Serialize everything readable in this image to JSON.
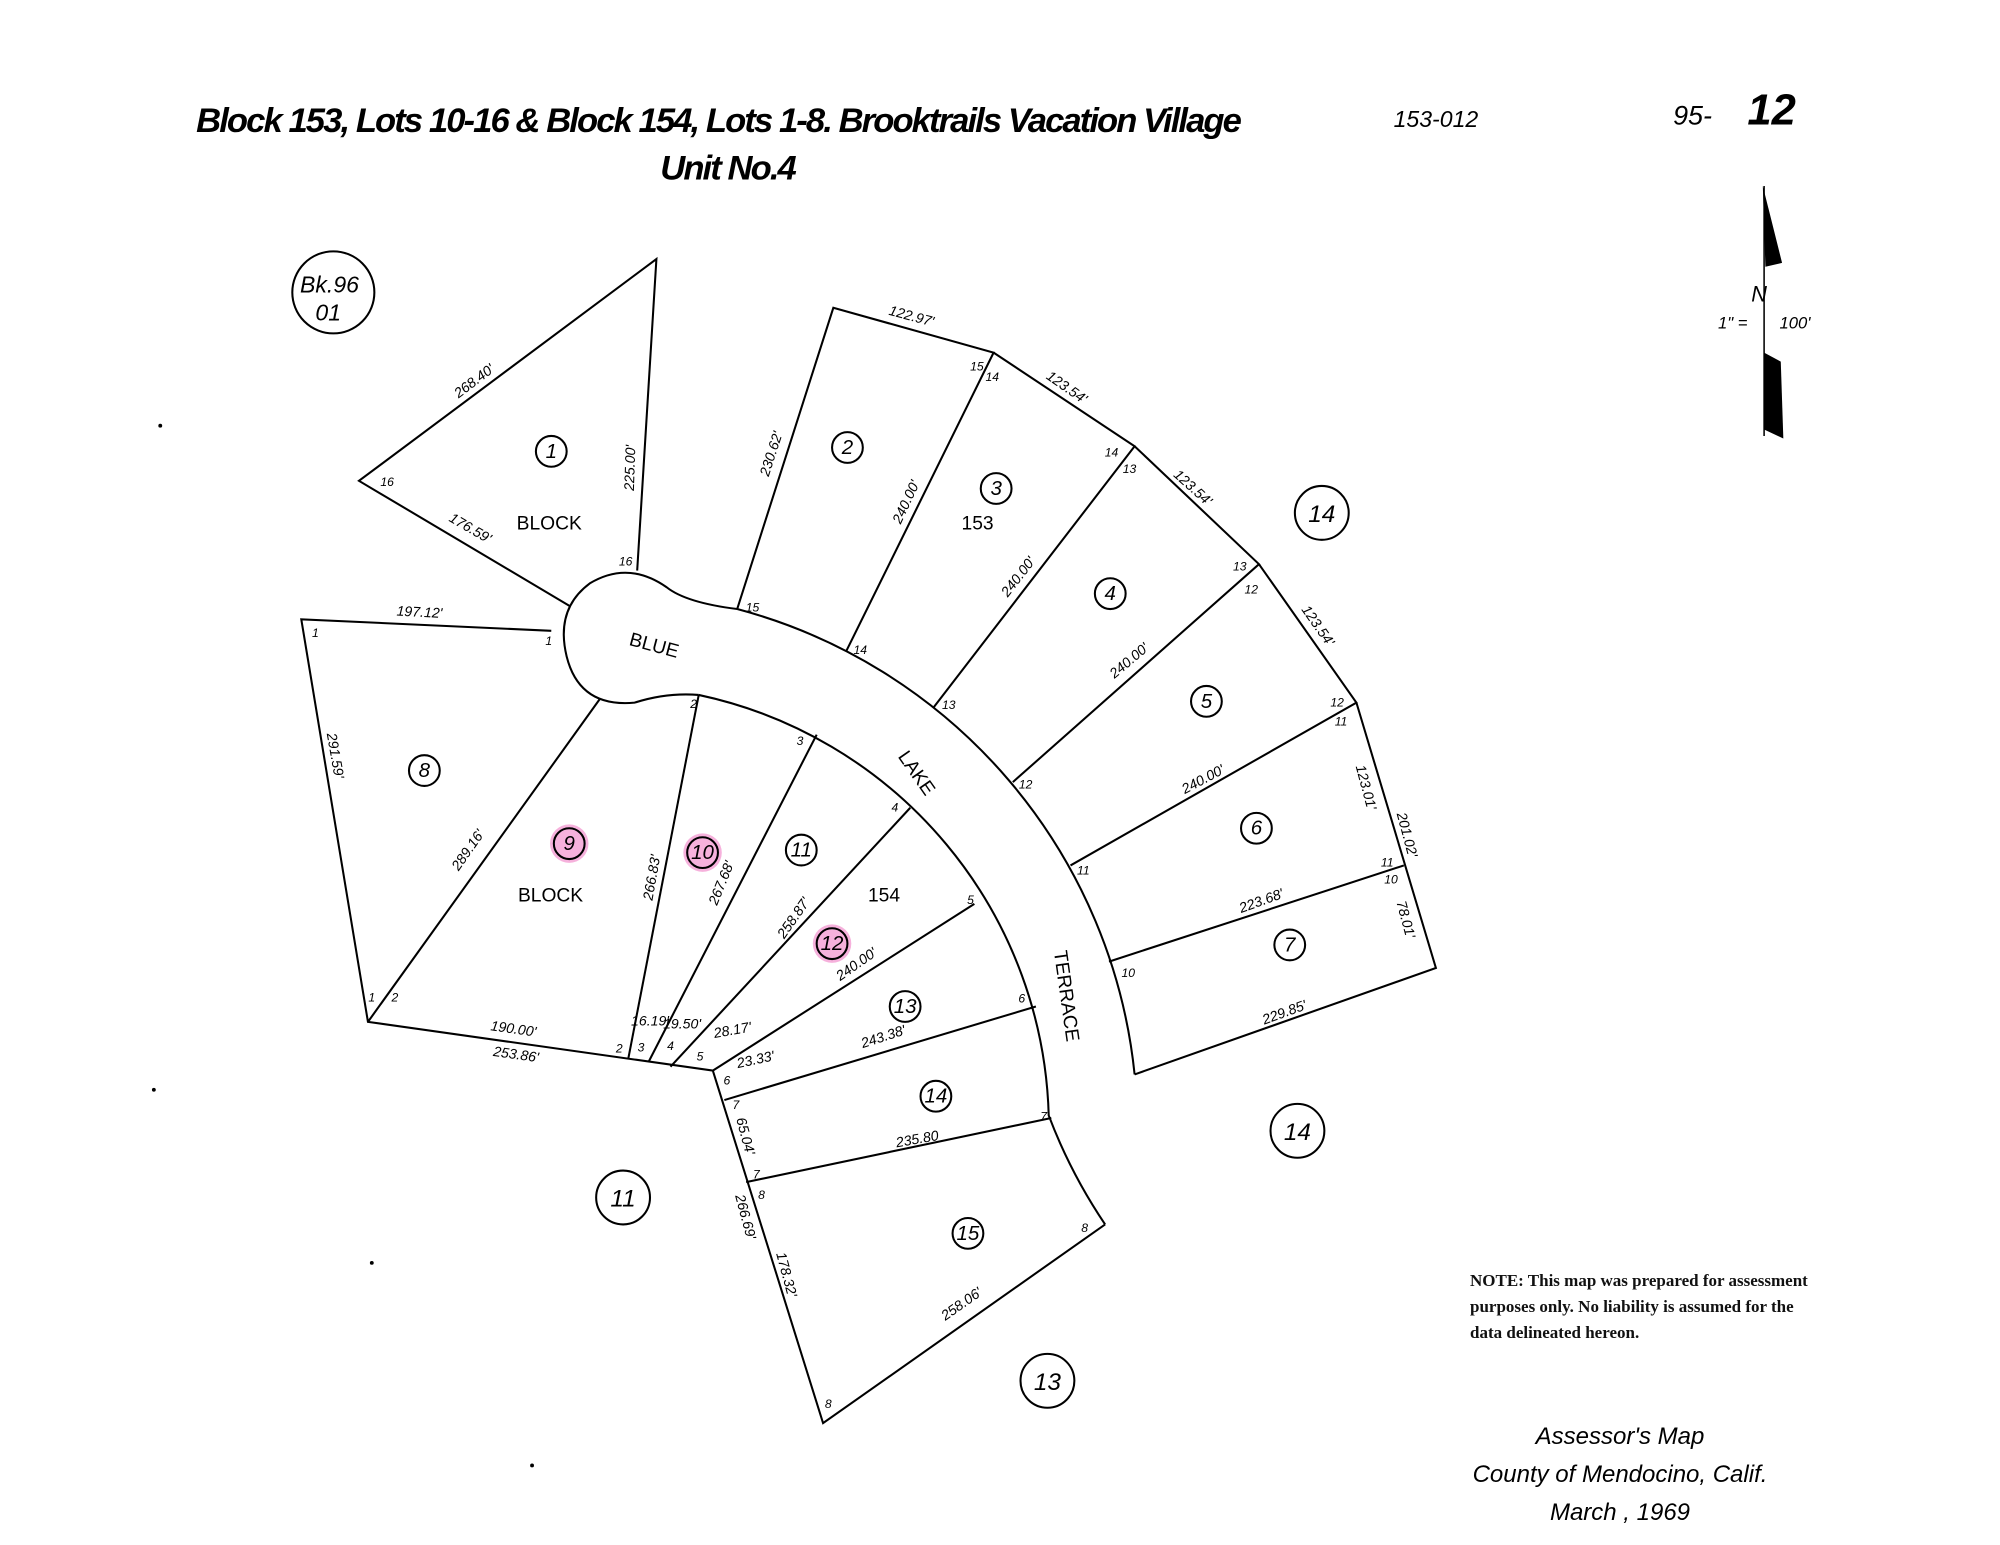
{
  "title": {
    "line1": "Block 153, Lots 10-16 & Block 154, Lots 1-8. Brooktrails Vacation Village",
    "line2": "Unit No.4",
    "parcel_code": "153-012",
    "page_prefix": "95-",
    "page_number": "12"
  },
  "north_arrow": {
    "label": "N",
    "scale_left": "1\" =",
    "scale_right": "100'"
  },
  "adjacent_book": {
    "line1": "Bk.96",
    "line2": "01"
  },
  "adjacent_pages": [
    "14",
    "14",
    "11",
    "13"
  ],
  "streets": {
    "blue": "BLUE",
    "lake": "LAKE",
    "terrace": "TERRACE"
  },
  "blocks": {
    "block_label": "BLOCK",
    "block_153": "153",
    "block_154": "154"
  },
  "lots": [
    "1",
    "2",
    "3",
    "4",
    "5",
    "6",
    "7",
    "8",
    "9",
    "10",
    "11",
    "12",
    "13",
    "14",
    "15"
  ],
  "highlighted_lots": [
    "9",
    "10",
    "12"
  ],
  "highlight_color": "#f4a3d6",
  "dimensions": [
    "268.40'",
    "225.00'",
    "176.59'",
    "197.12'",
    "291.59'",
    "289.16'",
    "266.83'",
    "267.68'",
    "258.87'",
    "240.00'",
    "243.38'",
    "235.80",
    "258.06'",
    "178.32'",
    "266.69'",
    "65.04'",
    "23.33'",
    "28.17'",
    "16.19'",
    "19.50'",
    "190.00'",
    "253.86'",
    "230.62'",
    "122.97'",
    "240.00'",
    "123.54'",
    "240.00'",
    "123.54'",
    "240.00'",
    "123.54'",
    "240.00'",
    "123.01'",
    "201.02'",
    "223.68'",
    "78.01'",
    "229.85'"
  ],
  "corners": [
    "16",
    "16",
    "1",
    "1",
    "15",
    "14",
    "15",
    "14",
    "14",
    "13",
    "13",
    "13",
    "12",
    "12",
    "12",
    "11",
    "11",
    "11",
    "10",
    "10",
    "2",
    "3",
    "4",
    "5",
    "6",
    "7",
    "8",
    "1",
    "2",
    "2",
    "3",
    "4",
    "5",
    "6",
    "7",
    "7",
    "8",
    "8"
  ],
  "note": "NOTE: This map was prepared for assessment purposes only. No liability is assumed for the data delineated hereon.",
  "footer": {
    "line1": "Assessor's Map",
    "line2": "County of Mendocino, Calif.",
    "line3": "March , 1969"
  }
}
